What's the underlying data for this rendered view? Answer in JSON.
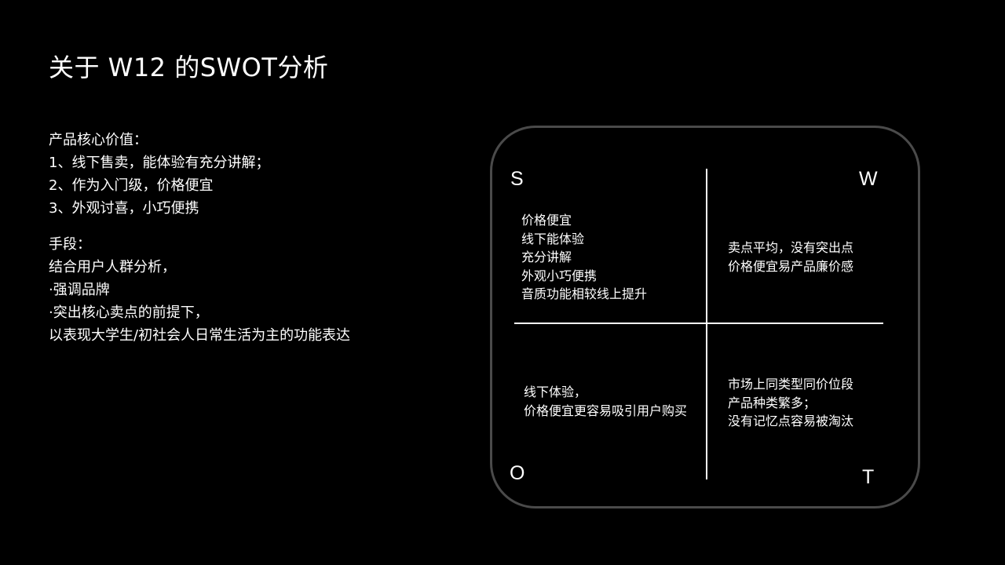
{
  "title": "关于 W12 的SWOT分析",
  "left_text": {
    "value_heading": "产品核心价值：",
    "values": [
      "1、线下售卖，能体验有充分讲解；",
      "2、作为入门级，价格便宜",
      "3、外观讨喜，小巧便携"
    ],
    "means_heading": "手段：",
    "means": [
      "结合用户人群分析，",
      "·强调品牌",
      "·突出核心卖点的前提下，",
      "以表现大学生/初社会人日常生活为主的功能表达"
    ]
  },
  "swot": {
    "letters": {
      "s": "S",
      "w": "W",
      "o": "O",
      "t": "T"
    },
    "strengths": [
      "价格便宜",
      "线下能体验",
      "充分讲解",
      "外观小巧便携",
      "音质功能相较线上提升"
    ],
    "weaknesses": [
      "卖点平均，没有突出点",
      "价格便宜易产品廉价感"
    ],
    "opportunities": [
      "线下体验，",
      "价格便宜更容易吸引用户购买"
    ],
    "threats": [
      "市场上同类型同价位段",
      "产品种类繁多；",
      "没有记忆点容易被淘汰"
    ]
  }
}
